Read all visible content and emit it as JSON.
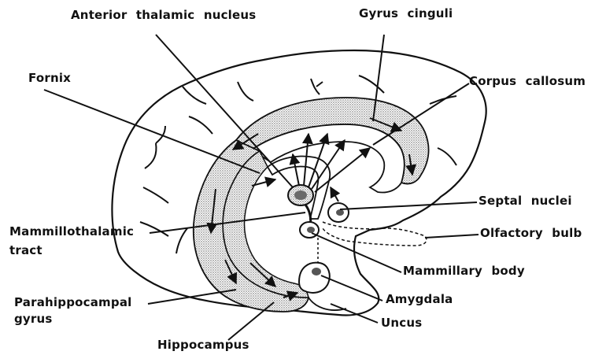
{
  "diagram": {
    "labels": {
      "anterior_thalamic_nucleus": "Anterior thalamic nucleus",
      "gyrus_cinguli": "Gyrus cinguli",
      "corpus_callosum": "Corpus callosum",
      "fornix": "Fornix",
      "septal_nuclei": "Septal nuclei",
      "mammillothalamic_tract_line1": "Mammillothalamic",
      "mammillothalamic_tract_line2": "tract",
      "olfactory_bulb": "Olfactory bulb",
      "mammillary_body": "Mammillary body",
      "amygdala": "Amygdala",
      "parahippocampal_gyrus_line1": "Parahippocampal",
      "parahippocampal_gyrus_line2": "gyrus",
      "uncus": "Uncus",
      "hippocampus": "Hippocampus"
    },
    "colors": {
      "ink": "#111111",
      "stipple": "#a8a8a8",
      "background": "#ffffff"
    }
  }
}
